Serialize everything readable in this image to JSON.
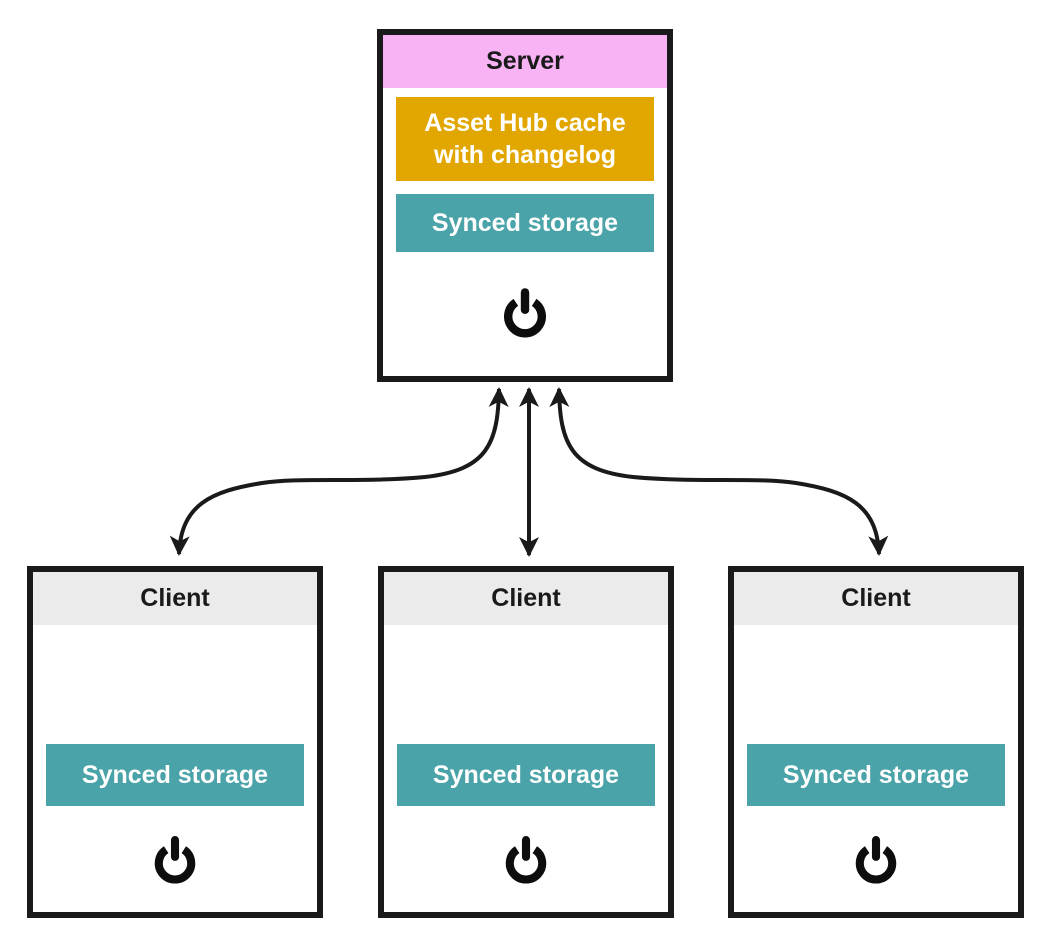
{
  "server": {
    "title": "Server",
    "cache_module": {
      "label": "Asset Hub cache with changelog",
      "color": "#e2a600"
    },
    "storage_module": {
      "label": "Synced storage",
      "color": "#4aa3a8"
    },
    "header_color": "#f8b3f4",
    "power_icon": "power-icon"
  },
  "clients": [
    {
      "title": "Client",
      "storage_module": {
        "label": "Synced storage",
        "color": "#4aa3a8"
      },
      "header_color": "#ebebeb",
      "power_icon": "power-icon"
    },
    {
      "title": "Client",
      "storage_module": {
        "label": "Synced storage",
        "color": "#4aa3a8"
      },
      "header_color": "#ebebeb",
      "power_icon": "power-icon"
    },
    {
      "title": "Client",
      "storage_module": {
        "label": "Synced storage",
        "color": "#4aa3a8"
      },
      "header_color": "#ebebeb",
      "power_icon": "power-icon"
    }
  ],
  "connections": [
    {
      "from": "server",
      "to": "client-1",
      "type": "bidirectional"
    },
    {
      "from": "server",
      "to": "client-2",
      "type": "bidirectional"
    },
    {
      "from": "server",
      "to": "client-3",
      "type": "bidirectional"
    }
  ],
  "colors": {
    "border": "#1a1a1a",
    "arrow": "#1a1a1a",
    "server_header_pink": "#f8b3f4",
    "client_header_gray": "#ebebeb",
    "module_amber": "#e2a600",
    "module_teal": "#4aa3a8",
    "module_text": "#ffffff",
    "title_text": "#1a1a1a",
    "background": "#ffffff"
  }
}
